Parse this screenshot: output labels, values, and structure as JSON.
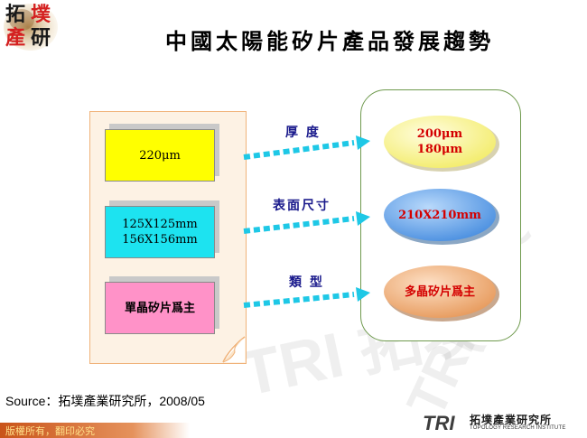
{
  "logo": {
    "chars": [
      "拓",
      "墣",
      "產",
      "研"
    ]
  },
  "title": "中國太陽能矽片產品發展趨勢",
  "left_cards": [
    {
      "lines": [
        "220μm"
      ],
      "color": "#ffff00"
    },
    {
      "lines": [
        "125X125mm",
        "156X156mm"
      ],
      "color": "#1de3f0"
    },
    {
      "lines": [
        "單晶矽片爲主"
      ],
      "color": "#ff92c8"
    }
  ],
  "arrow_labels": [
    "厚 度",
    "表面尺寸",
    "類 型"
  ],
  "right_ovals": [
    {
      "lines": [
        "200μm",
        "180μm"
      ],
      "color": "#fbf7a6"
    },
    {
      "lines": [
        "210X210mm"
      ],
      "color": "#7ab0ea"
    },
    {
      "lines": [
        "多晶矽片爲主"
      ],
      "color": "#f3b888"
    }
  ],
  "source": "Source：拓墣產業研究所，2008/05",
  "footer": {
    "copyright": "版權所有，翻印必究",
    "brand_logo": "TRI",
    "brand_cn": "拓墣產業研究所",
    "brand_en": "TOPOLOGY RESEARCH INSTITUTE"
  },
  "watermark_text": "TRI 拓墣",
  "colors": {
    "arrow": "#1ec8e6",
    "label": "#1a1a8c",
    "oval_text": "#d40000",
    "panel_border": "#6f9a4e"
  }
}
